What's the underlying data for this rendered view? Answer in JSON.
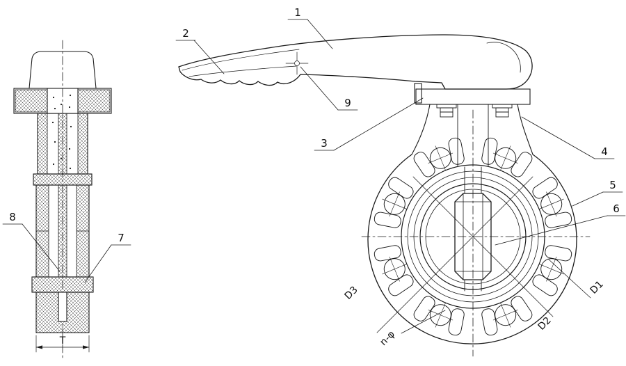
{
  "drawing": {
    "background": "#ffffff",
    "line_color": "#1a1a1a"
  },
  "callouts": {
    "c1": "1",
    "c2": "2",
    "c3": "3",
    "c4": "4",
    "c5": "5",
    "c6": "6",
    "c7": "7",
    "c8": "8",
    "c9": "9"
  },
  "dimensions": {
    "t": "T",
    "d1": "D1",
    "d2": "D2",
    "d3": "D3",
    "n_phi": "n-φ"
  }
}
